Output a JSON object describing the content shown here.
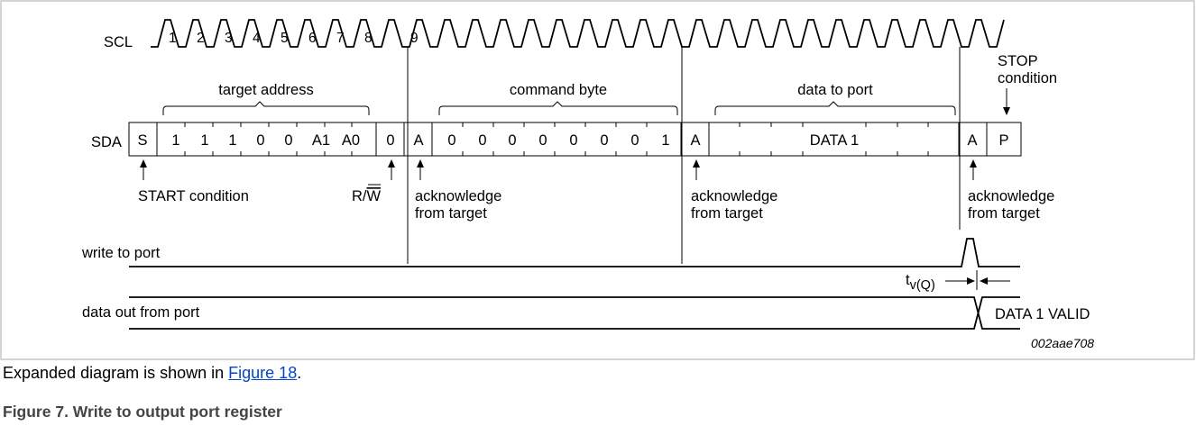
{
  "signals": {
    "scl": "SCL",
    "sda": "SDA",
    "write_to_port": "write to port",
    "data_out": "data out from port"
  },
  "clock_numbers": [
    "1",
    "2",
    "3",
    "4",
    "5",
    "6",
    "7",
    "8",
    "9"
  ],
  "groups": {
    "target_address": "target address",
    "command_byte": "command byte",
    "data_to_port": "data to port",
    "stop_condition_line1": "STOP",
    "stop_condition_line2": "condition"
  },
  "sda_fields": {
    "start": "S",
    "address_bits": [
      "1",
      "1",
      "1",
      "0",
      "0",
      "A1",
      "A0"
    ],
    "rw_bit": "0",
    "ack1": "A",
    "command_bits": [
      "0",
      "0",
      "0",
      "0",
      "0",
      "0",
      "0",
      "1"
    ],
    "ack2": "A",
    "data": "DATA 1",
    "ack3": "A",
    "stop": "P"
  },
  "annotations": {
    "start_condition": "START condition",
    "rw_prefix": "R/",
    "rw_overline": "W",
    "ack_line1": "acknowledge",
    "ack_line2": "from target",
    "tv_main": "t",
    "tv_sub": "v(Q)",
    "data_valid": "DATA 1 VALID",
    "figure_id": "002aae708"
  },
  "caption": {
    "prefix": "Expanded diagram is shown in ",
    "link": "Figure 18",
    "suffix": ".",
    "figure_title": "Figure 7.  Write to output port register"
  }
}
